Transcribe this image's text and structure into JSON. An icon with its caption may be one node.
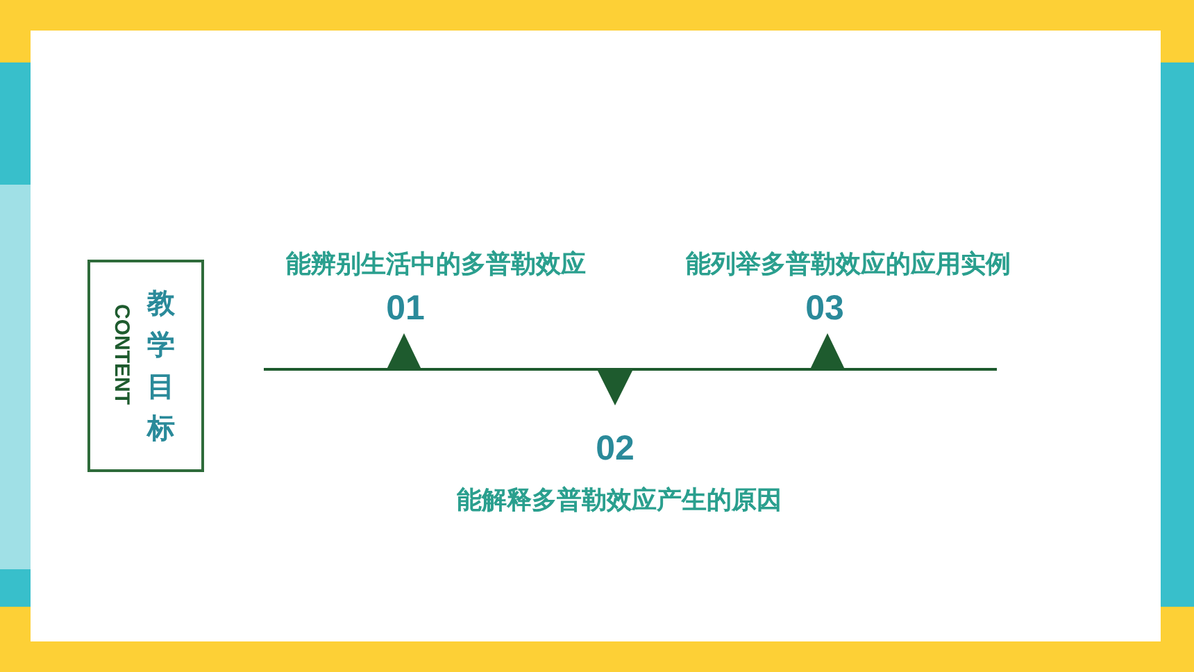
{
  "diagram": {
    "nodes": [
      {
        "text": [
          "教学目标",
          "CONTENT"
        ]
      }
    ],
    "labels": [
      "能辨别生活中的多普勒效应",
      "能列举多普勒效应的应用实例",
      "01",
      "03",
      "02",
      "能解释多普勒效应产生的原因"
    ]
  }
}
